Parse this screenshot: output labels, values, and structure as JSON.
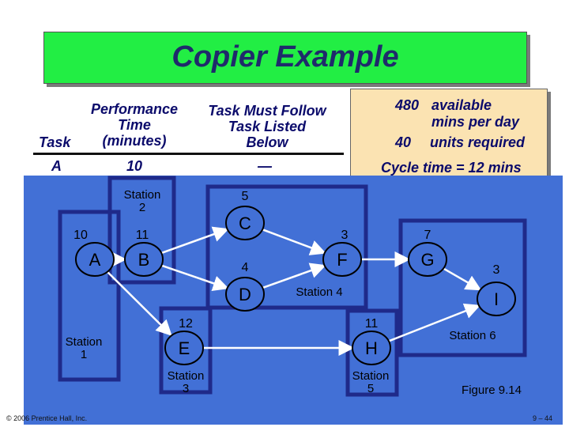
{
  "title": "Copier Example",
  "table": {
    "col_task": "Task",
    "col_time_line1": "Performance",
    "col_time_line2": "Time",
    "col_time_line3": "(minutes)",
    "col_follow_line1": "Task Must Follow",
    "col_follow_line2": "Task Listed",
    "col_follow_line3": "Below",
    "row_task": "A",
    "row_time": "10",
    "row_follow": "—"
  },
  "info": {
    "available_num": "480",
    "available_line1": "available",
    "available_line2": "mins per day",
    "units_num": "40",
    "units_text": "units required",
    "cycle_time": "Cycle time = 12 mins"
  },
  "diagram": {
    "nodes": [
      {
        "id": "A",
        "time": "10"
      },
      {
        "id": "B",
        "time": "11"
      },
      {
        "id": "C",
        "time": "5"
      },
      {
        "id": "D",
        "time": "4"
      },
      {
        "id": "E",
        "time": "12"
      },
      {
        "id": "F",
        "time": "3"
      },
      {
        "id": "G",
        "time": "7"
      },
      {
        "id": "H",
        "time": "11"
      },
      {
        "id": "I",
        "time": "3"
      }
    ],
    "edges": [
      [
        "A",
        "B"
      ],
      [
        "A",
        "E"
      ],
      [
        "B",
        "C"
      ],
      [
        "B",
        "D"
      ],
      [
        "C",
        "F"
      ],
      [
        "D",
        "F"
      ],
      [
        "E",
        "H"
      ],
      [
        "F",
        "G"
      ],
      [
        "G",
        "I"
      ],
      [
        "H",
        "I"
      ]
    ],
    "stations": [
      {
        "id": "s1",
        "line1": "Station",
        "line2": "1"
      },
      {
        "id": "s2",
        "line1": "Station",
        "line2": "2"
      },
      {
        "id": "s3",
        "line1": "Station",
        "line2": "3"
      },
      {
        "id": "s4",
        "line1": "Station 4",
        "line2": ""
      },
      {
        "id": "s5",
        "line1": "Station",
        "line2": "5"
      },
      {
        "id": "s6",
        "line1": "Station 6",
        "line2": ""
      }
    ],
    "figure_label": "Figure 9.14"
  },
  "footer": {
    "copyright": "© 2006 Prentice Hall, Inc.",
    "page": "9 – 44"
  },
  "colors": {
    "title_bg": "#22ee44",
    "info_bg": "#fbe3b2",
    "panel_bg": "#4270d6",
    "node_fill": "#4270d6",
    "station_border": "#1f2a8a"
  }
}
